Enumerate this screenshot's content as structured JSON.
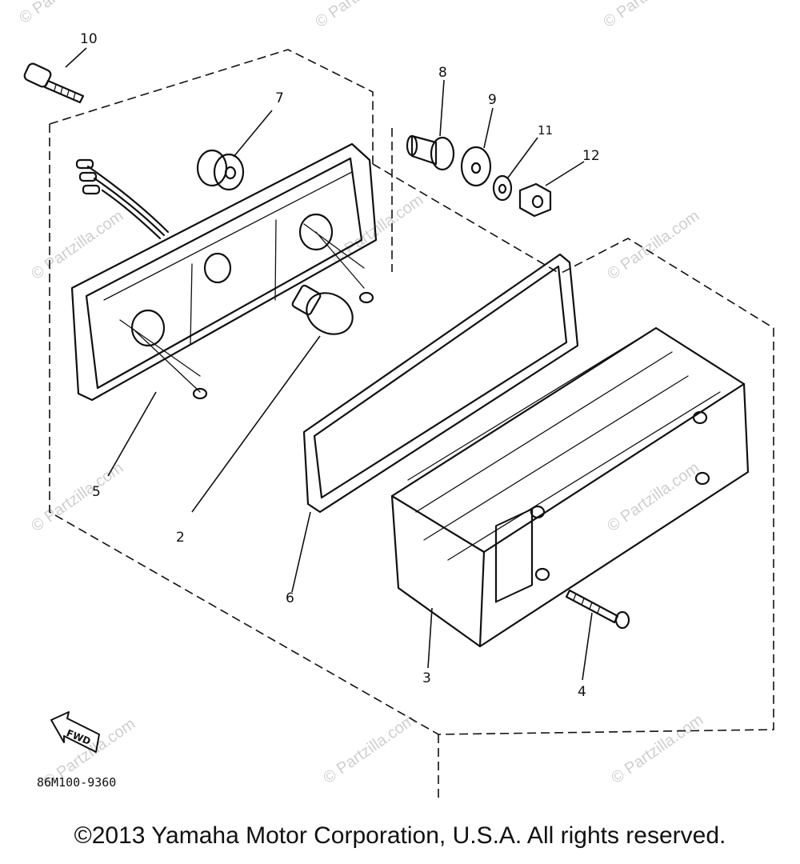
{
  "diagram": {
    "callouts": [
      "10",
      "7",
      "8",
      "9",
      "11",
      "12",
      "5",
      "2",
      "6",
      "3",
      "4"
    ],
    "direction_label": "FWD",
    "diagram_code": "86M100-9360",
    "watermark": "© Partzilla.com"
  },
  "footer": {
    "copyright": "©2013 Yamaha Motor Corporation, U.S.A. All rights reserved."
  }
}
